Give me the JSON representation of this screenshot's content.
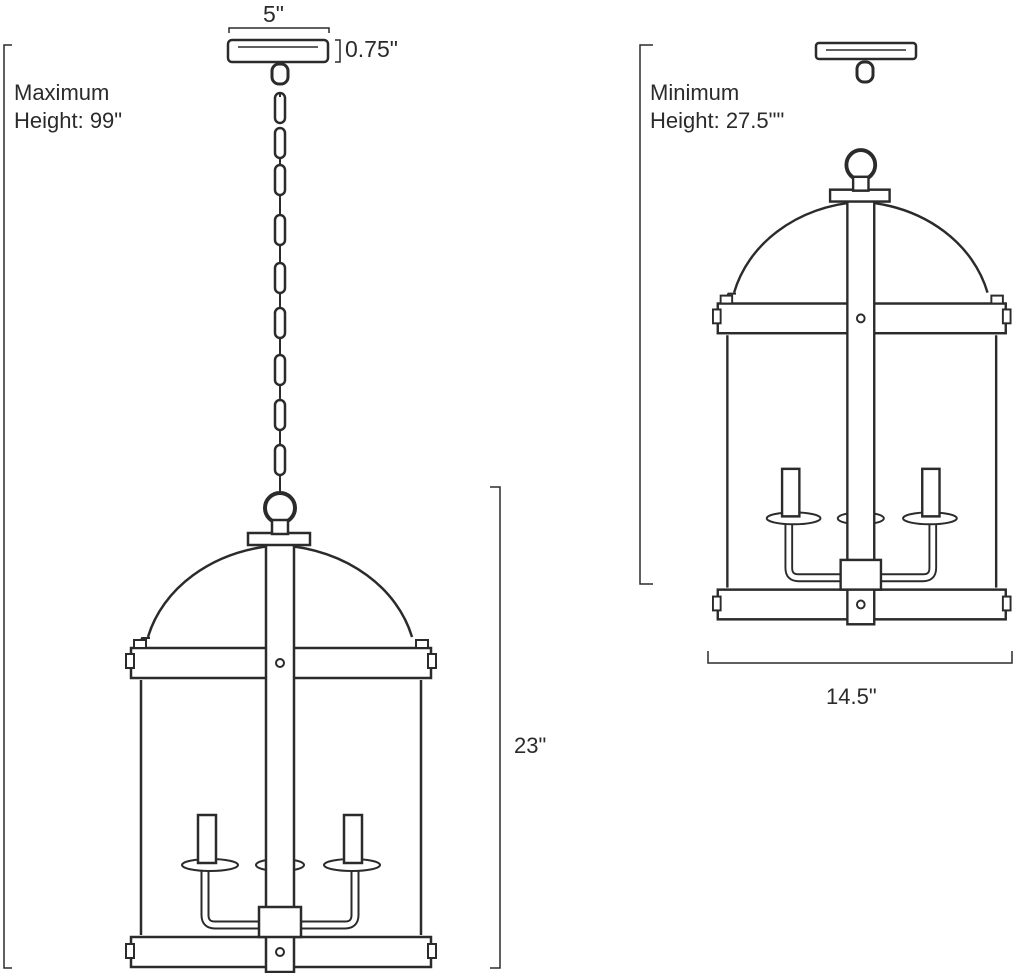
{
  "dimensions": {
    "canopy_width": "5\"",
    "canopy_height": "0.75\"",
    "max_height_line1": "Maximum",
    "max_height_line2": "Height: 99\"",
    "min_height_line1": "Minimum",
    "min_height_line2": "Height: 27.5\"\"",
    "fixture_height": "23\"",
    "fixture_width": "14.5\""
  },
  "colors": {
    "line": "#2b2b2b",
    "fill": "#ffffff",
    "metal": "#f2f2f2"
  }
}
